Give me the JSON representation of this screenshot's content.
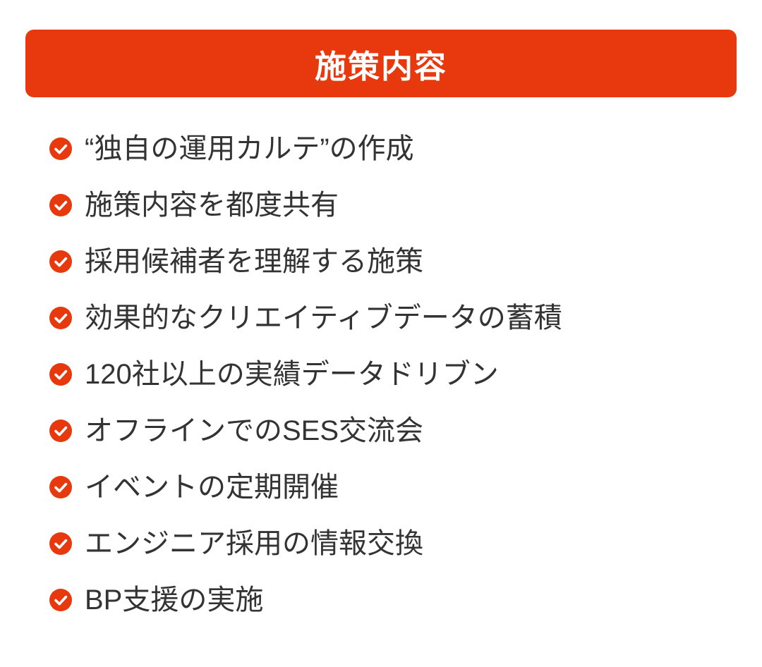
{
  "page": {
    "background": "#ffffff"
  },
  "header": {
    "title": "施策内容",
    "background": "#e8380d",
    "text_color": "#ffffff"
  },
  "list": {
    "icon_name": "check-circle-icon",
    "icon_color": "#e8380d",
    "check_color": "#ffffff",
    "text_color": "#333333",
    "items": [
      {
        "label": "“独自の運用カルテ”の作成"
      },
      {
        "label": "施策内容を都度共有"
      },
      {
        "label": "採用候補者を理解する施策"
      },
      {
        "label": "効果的なクリエイティブデータの蓄積"
      },
      {
        "label": "120社以上の実績データドリブン"
      },
      {
        "label": "オフラインでのSES交流会"
      },
      {
        "label": "イベントの定期開催"
      },
      {
        "label": "エンジニア採用の情報交換"
      },
      {
        "label": "BP支援の実施"
      }
    ]
  }
}
